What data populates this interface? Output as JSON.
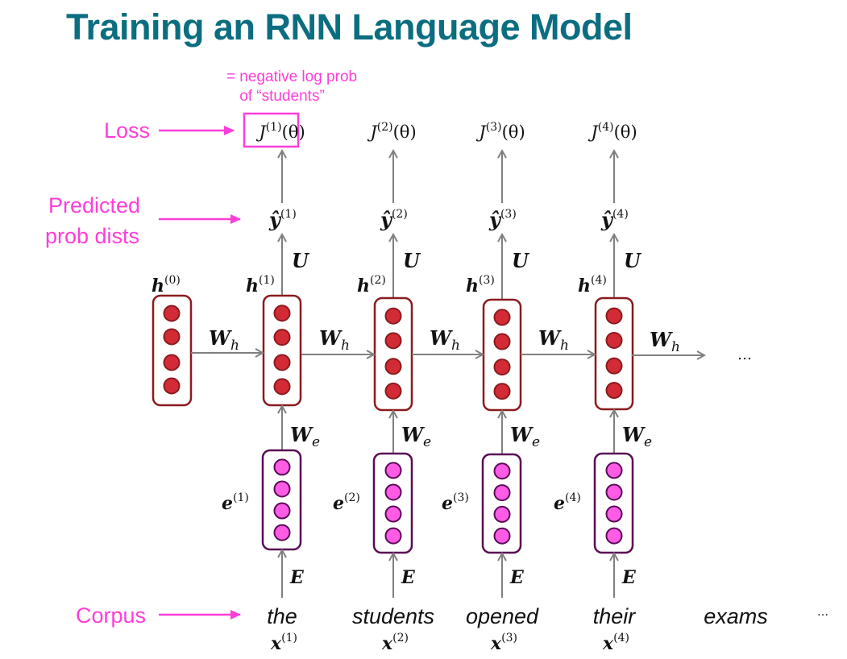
{
  "title": "Training an RNN Language Model",
  "colors": {
    "title": "#0b6e80",
    "annotation": "#ff3dd9",
    "hidden_fill": "#d22b35",
    "hidden_stroke": "#8b1a1e",
    "embed_fill": "#ff5ce6",
    "embed_stroke": "#5a0a55",
    "arrow": "#808080"
  },
  "annotations": {
    "loss": "Loss",
    "predicted_line1": "Predicted",
    "predicted_line2": "prob dists",
    "corpus": "Corpus",
    "note_line1": "= negative log prob",
    "note_line2": "of “students”"
  },
  "initial_hidden": {
    "symbol": "h",
    "index": "(0)"
  },
  "steps": [
    {
      "loss": "J",
      "loss_index": "(1)",
      "loss_arg": "(θ)",
      "yhat": "ŷ",
      "yhat_index": "(1)",
      "U": "U",
      "h": "h",
      "h_index": "(1)",
      "We": "W",
      "We_sub": "e",
      "e": "e",
      "e_index": "(1)",
      "E": "E",
      "word": "the",
      "x": "x",
      "x_index": "(1)"
    },
    {
      "loss": "J",
      "loss_index": "(2)",
      "loss_arg": "(θ)",
      "yhat": "ŷ",
      "yhat_index": "(2)",
      "U": "U",
      "h": "h",
      "h_index": "(2)",
      "We": "W",
      "We_sub": "e",
      "e": "e",
      "e_index": "(2)",
      "E": "E",
      "word": "students",
      "x": "x",
      "x_index": "(2)"
    },
    {
      "loss": "J",
      "loss_index": "(3)",
      "loss_arg": "(θ)",
      "yhat": "ŷ",
      "yhat_index": "(3)",
      "U": "U",
      "h": "h",
      "h_index": "(3)",
      "We": "W",
      "We_sub": "e",
      "e": "e",
      "e_index": "(3)",
      "E": "E",
      "word": "opened",
      "x": "x",
      "x_index": "(3)"
    },
    {
      "loss": "J",
      "loss_index": "(4)",
      "loss_arg": "(θ)",
      "yhat": "ŷ",
      "yhat_index": "(4)",
      "U": "U",
      "h": "h",
      "h_index": "(4)",
      "We": "W",
      "We_sub": "e",
      "e": "e",
      "e_index": "(4)",
      "E": "E",
      "word": "their",
      "x": "x",
      "x_index": "(4)"
    }
  ],
  "recurrent_weight": {
    "symbol": "W",
    "sub": "h"
  },
  "trailing_word": "exams",
  "ellipsis_hidden": "…",
  "ellipsis_corpus": "…"
}
